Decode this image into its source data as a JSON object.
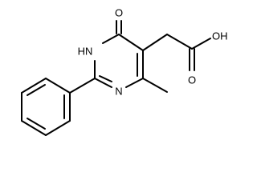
{
  "molecule": {
    "atoms": {
      "carbonyl_oxygen": "O",
      "ring_nh": "HN",
      "ring_n": "N",
      "hydroxyl": "OH",
      "acid_carbonyl_oxygen": "O"
    }
  },
  "colors": {
    "bond": "#000000",
    "text": "#000000",
    "background": "#ffffff"
  }
}
